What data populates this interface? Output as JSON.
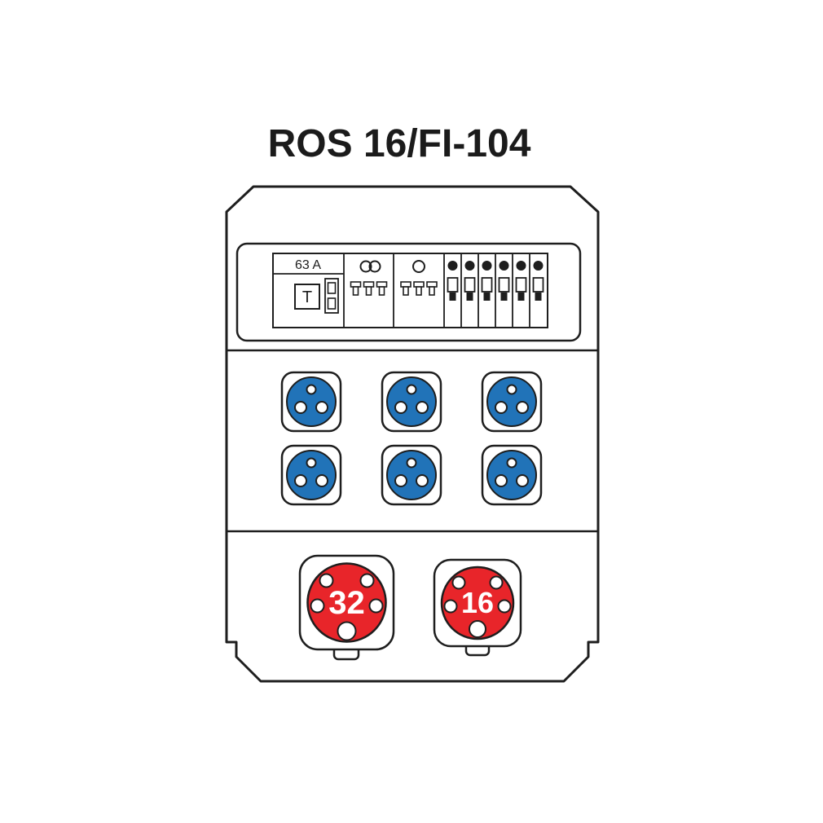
{
  "title": "ROS 16/FI-104",
  "colors": {
    "blue_socket": "#2173B8",
    "red_socket": "#E8252A",
    "outline": "#1E1E1E"
  },
  "breaker_panel": {
    "main_breaker": {
      "rating_label": "63 A",
      "switch_symbol": "T"
    },
    "mcb_count": 6
  },
  "sockets": {
    "schuko_blue": {
      "count": 6
    },
    "cee_red": [
      {
        "label": "32"
      },
      {
        "label": "16"
      }
    ]
  }
}
